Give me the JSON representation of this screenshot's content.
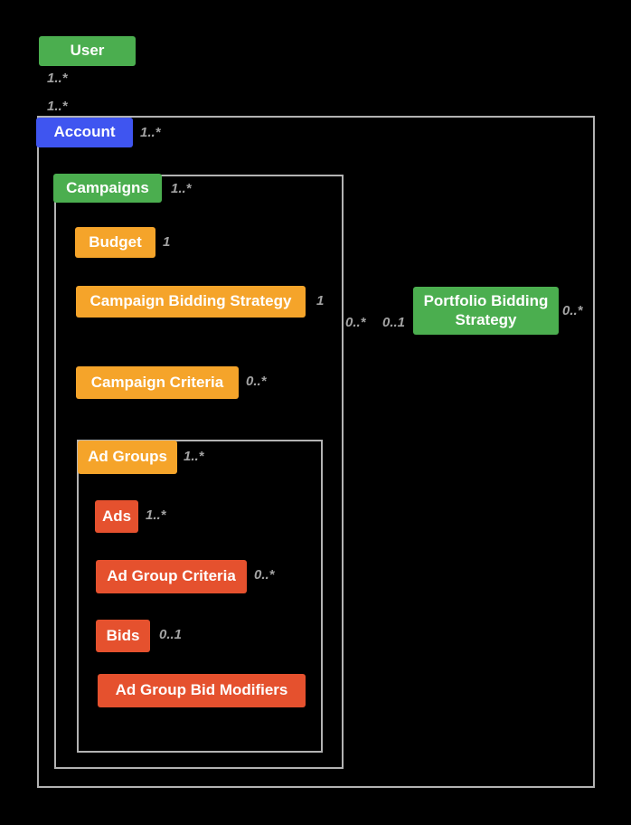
{
  "colors": {
    "background": "#000000",
    "green": "#4BAE4F",
    "blue": "#3F55F0",
    "orange": "#F5A42A",
    "red": "#E5512E",
    "border": "#B3B3B3",
    "label": "#A3A3A3"
  },
  "diagram": {
    "user": {
      "label": "User",
      "mult_to_account_1": "1..*",
      "mult_to_account_2": "1..*"
    },
    "account": {
      "label": "Account",
      "mult": "1..*"
    },
    "campaigns": {
      "label": "Campaigns",
      "mult": "1..*"
    },
    "budget": {
      "label": "Budget",
      "mult": "1"
    },
    "campaign_bidding_strategy": {
      "label": "Campaign Bidding Strategy",
      "mult": "1"
    },
    "campaign_criteria": {
      "label": "Campaign Criteria",
      "mult": "0..*"
    },
    "ad_groups": {
      "label": "Ad Groups",
      "mult": "1..*"
    },
    "ads": {
      "label": "Ads",
      "mult": "1..*"
    },
    "ad_group_criteria": {
      "label": "Ad Group Criteria",
      "mult": "0..*"
    },
    "bids": {
      "label": "Bids",
      "mult": "0..1"
    },
    "ad_group_bid_modifiers": {
      "label": "Ad Group Bid Modifiers"
    },
    "portfolio_bidding_strategy": {
      "label": "Portfolio Bidding Strategy",
      "mult_campaign_side": "0..*",
      "mult_inner": "0..1",
      "mult_right": "0..*"
    }
  }
}
